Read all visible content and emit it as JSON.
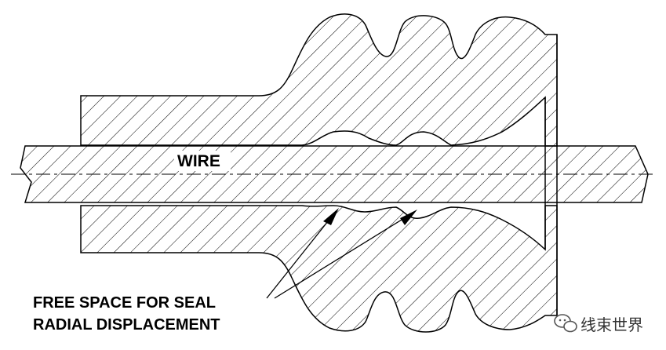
{
  "labels": {
    "wire": "WIRE",
    "callout_line1": "FREE SPACE FOR SEAL",
    "callout_line2": "RADIAL DISPLACEMENT"
  },
  "watermark": {
    "text": "线束世界",
    "icon": "wechat-icon"
  },
  "colors": {
    "stroke": "#000000",
    "hatch": "#000000",
    "background": "#ffffff",
    "watermark": "#333333"
  }
}
